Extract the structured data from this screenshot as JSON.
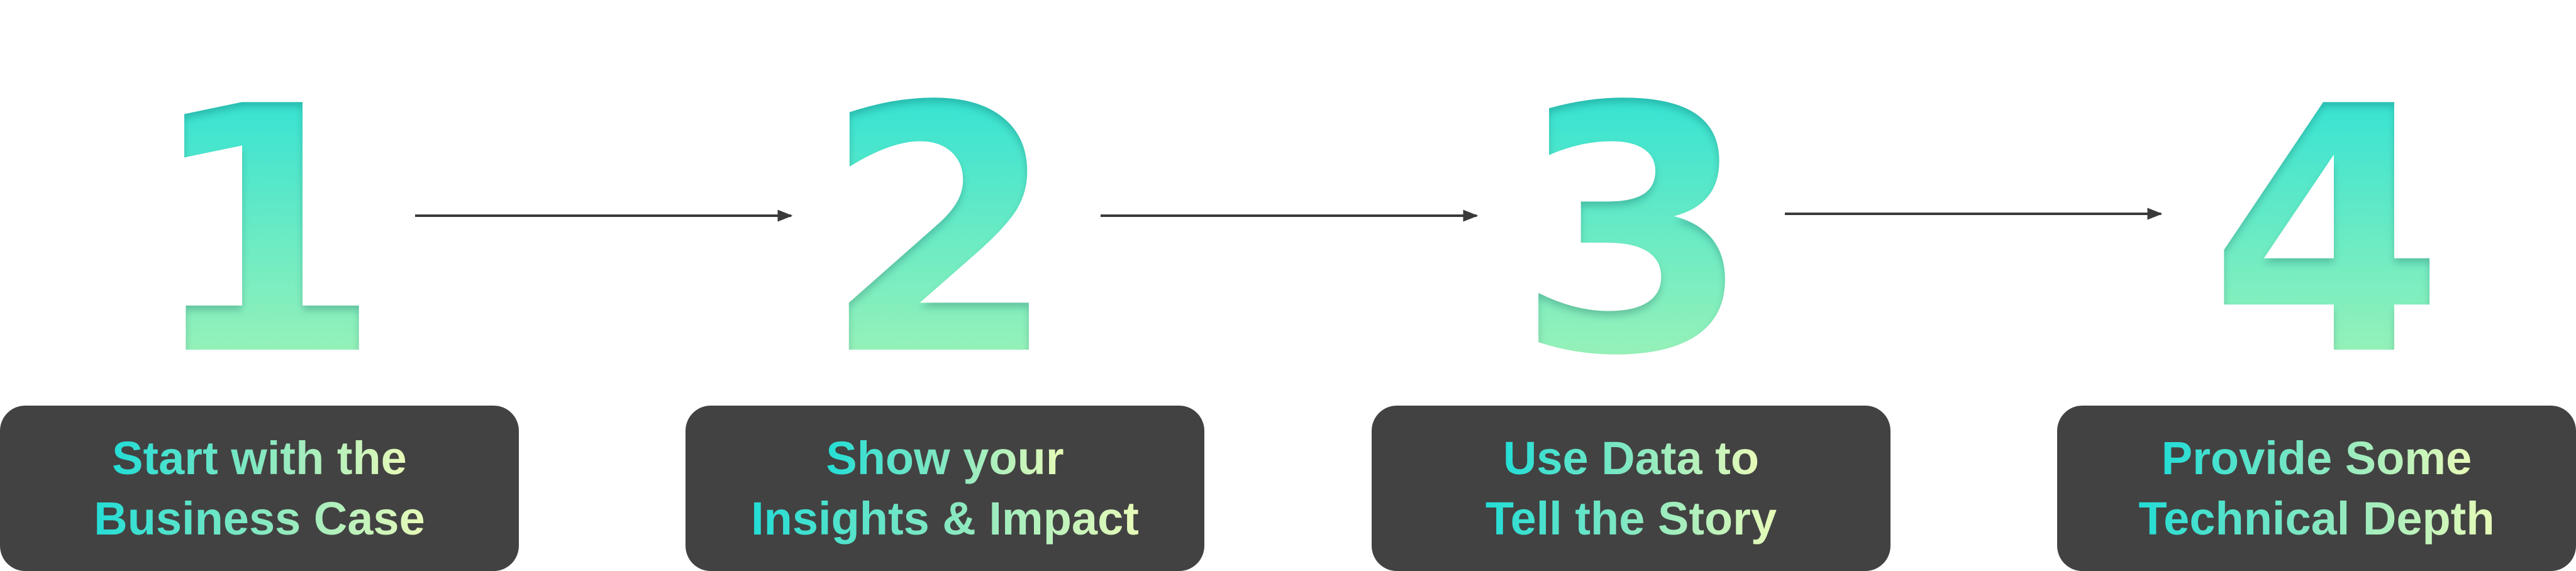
{
  "colors": {
    "gradient_top": "#1fdfd9",
    "gradient_bottom": "#b2f6b0",
    "label_left": "#23ddd6",
    "label_right": "#e8fbb8",
    "box_background": "#424242",
    "arrow": "#3a3a3a",
    "background": "#ffffff"
  },
  "steps": [
    {
      "number": "1",
      "label_line1": "Start with the",
      "label_line2": "Business Case"
    },
    {
      "number": "2",
      "label_line1": "Show your",
      "label_line2": "Insights & Impact"
    },
    {
      "number": "3",
      "label_line1": "Use Data to",
      "label_line2": "Tell the Story"
    },
    {
      "number": "4",
      "label_line1": "Provide Some",
      "label_line2": "Technical Depth"
    }
  ],
  "connectors": [
    {
      "from": "1",
      "to": "2",
      "icon": "arrow-right-icon"
    },
    {
      "from": "2",
      "to": "3",
      "icon": "arrow-right-icon"
    },
    {
      "from": "3",
      "to": "4",
      "icon": "arrow-right-icon"
    }
  ]
}
